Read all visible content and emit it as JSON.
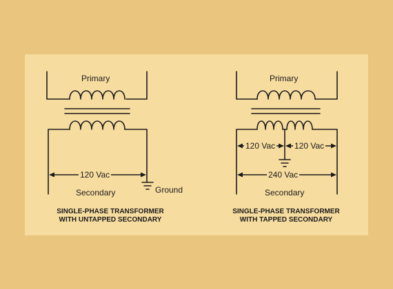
{
  "colors": {
    "background": "#e9c57e",
    "panel": "#f7dc9f",
    "ink": "#1b1b1b"
  },
  "left": {
    "primary_label": "Primary",
    "voltage_label": "120 Vac",
    "secondary_label": "Secondary",
    "ground_label": "Ground",
    "caption_line1": "SINGLE-PHASE TRANSFORMER",
    "caption_line2": "WITH UNTAPPED SECONDARY"
  },
  "right": {
    "primary_label": "Primary",
    "left_half_label": "120 Vac",
    "right_half_label": "120 Vac",
    "total_label": "240 Vac",
    "secondary_label": "Secondary",
    "caption_line1": "SINGLE-PHASE TRANSFORMER",
    "caption_line2": "WITH TAPPED SECONDARY"
  }
}
